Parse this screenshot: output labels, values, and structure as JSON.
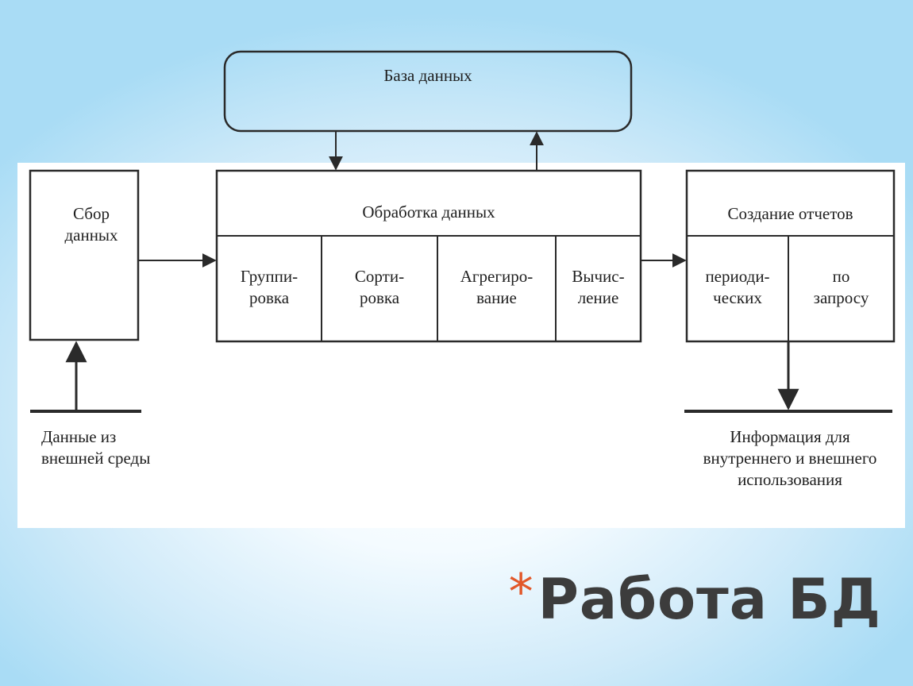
{
  "diagram": {
    "database": "База данных",
    "processing": {
      "title": "Обработка данных",
      "cells": [
        "Группи-\nровка",
        "Сорти-\nровка",
        "Агрегиро-\nвание",
        "Вычис-\nление"
      ]
    },
    "collection": "Сбор\nданных",
    "external_input": "Данные из\nвнешней среды",
    "reports": {
      "title": "Создание отчетов",
      "cells": [
        "периоди-\nческих",
        "по\nзапросу"
      ]
    },
    "output": "Информация для\nвнутреннего и внешнего\nиспользования"
  },
  "slide": {
    "asterisk": "*",
    "title": "Работа БД"
  }
}
